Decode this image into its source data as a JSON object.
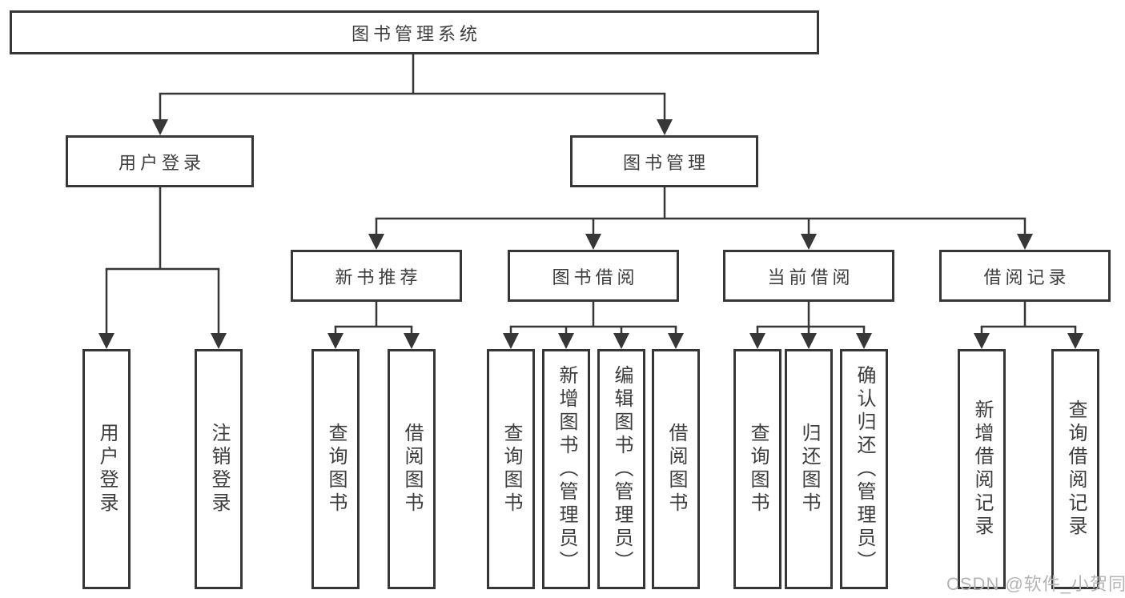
{
  "diagram": {
    "root_label": "图书管理系统",
    "nodes": {
      "user_login": {
        "label": "用户登录",
        "children": [
          "用户登录",
          "注销登录"
        ]
      },
      "book_mgmt": {
        "label": "图书管理"
      },
      "new_book_rec": {
        "label": "新书推荐",
        "children": [
          "查询图书",
          "借阅图书"
        ]
      },
      "book_borrow": {
        "label": "图书借阅",
        "children": [
          "查询图书",
          "新增图书（管理员）",
          "编辑图书（管理员）",
          "借阅图书"
        ]
      },
      "current_borrow": {
        "label": "当前借阅",
        "children": [
          "查询图书",
          "归还图书",
          "确认归还（管理员）"
        ]
      },
      "borrow_records": {
        "label": "借阅记录",
        "children": [
          "新增借阅记录",
          "查询借阅记录"
        ]
      }
    },
    "line_color": "#373737",
    "watermark": "CSDN @软件_小贺同学"
  }
}
